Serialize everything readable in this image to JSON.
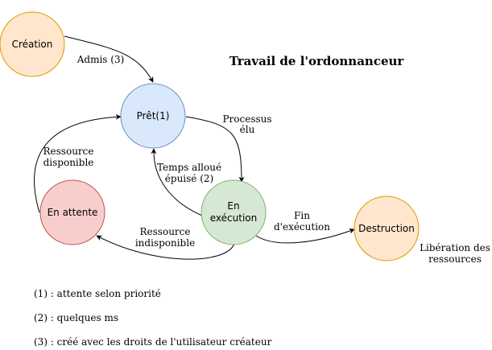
{
  "title": "Travail de l'ordonnanceur",
  "nodes": {
    "creation": {
      "label": "Création",
      "fill": "#ffe6cc",
      "stroke": "#d79b00"
    },
    "pret": {
      "label": "Prêt(1)",
      "fill": "#dae8fc",
      "stroke": "#6c8ebf"
    },
    "attente": {
      "label": "En attente",
      "fill": "#f8cecc",
      "stroke": "#b85450"
    },
    "execution": {
      "label_line1": "En",
      "label_line2": "exécution",
      "fill": "#d5e8d4",
      "stroke": "#82b366"
    },
    "destruction": {
      "label": "Destruction",
      "fill": "#ffe6cc",
      "stroke": "#d79b00"
    }
  },
  "edges": {
    "admis": {
      "label": "Admis (3)"
    },
    "processus_elu": {
      "line1": "Processus",
      "line2": "élu"
    },
    "temps_alloue": {
      "line1": "Temps alloué",
      "line2": "épuisé (2)"
    },
    "ressource_disponible": {
      "line1": "Ressource",
      "line2": "disponible"
    },
    "ressource_indisponible": {
      "line1": "Ressource",
      "line2": "indisponible"
    },
    "fin_execution": {
      "line1": "Fin",
      "line2": "d'exécution"
    }
  },
  "liberation": {
    "line1": "Libération des",
    "line2": "ressources"
  },
  "notes": [
    "(1) : attente selon priorité",
    "(2) : quelques ms",
    "(3) : créé avec les droits de l'utilisateur créateur"
  ]
}
